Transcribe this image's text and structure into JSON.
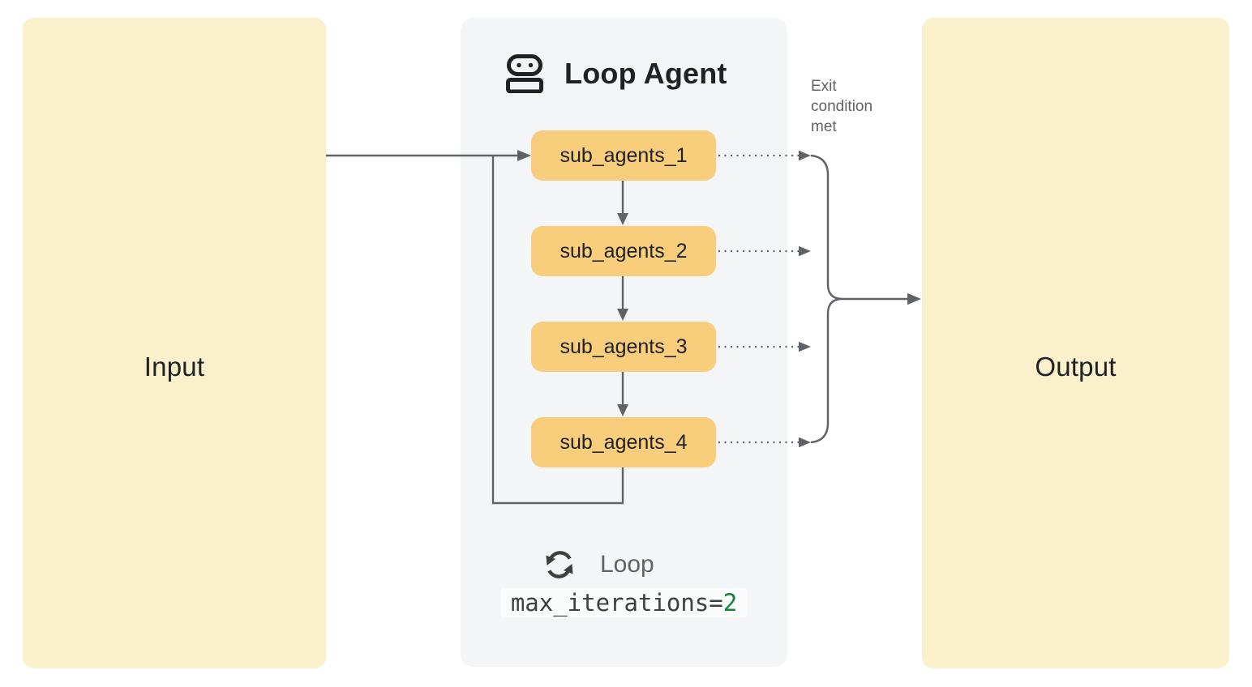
{
  "input_box": {
    "label": "Input"
  },
  "output_box": {
    "label": "Output"
  },
  "loop_agent": {
    "title": "Loop Agent",
    "sub_agents": [
      "sub_agents_1",
      "sub_agents_2",
      "sub_agents_3",
      "sub_agents_4"
    ],
    "loop_label": "Loop",
    "max_iterations_code": "max_iterations=",
    "max_iterations_value": "2"
  },
  "annotations": {
    "exit_condition": "Exit condition met"
  },
  "icons": {
    "header_icon": "robot-icon",
    "loop_icon": "loop-sync-icon"
  },
  "colors": {
    "io_box_fill": "#FAF0CB",
    "sub_agent_fill": "#F8CE7C",
    "panel_fill": "#F3F5F6",
    "wire_gray": "#5F6368",
    "text_dark": "#202124",
    "text_gray": "#5F6368",
    "code_text": "#3C4043",
    "code_value_green": "#188038",
    "code_bg": "#FAFBFB",
    "icon_dark": "#202124"
  }
}
